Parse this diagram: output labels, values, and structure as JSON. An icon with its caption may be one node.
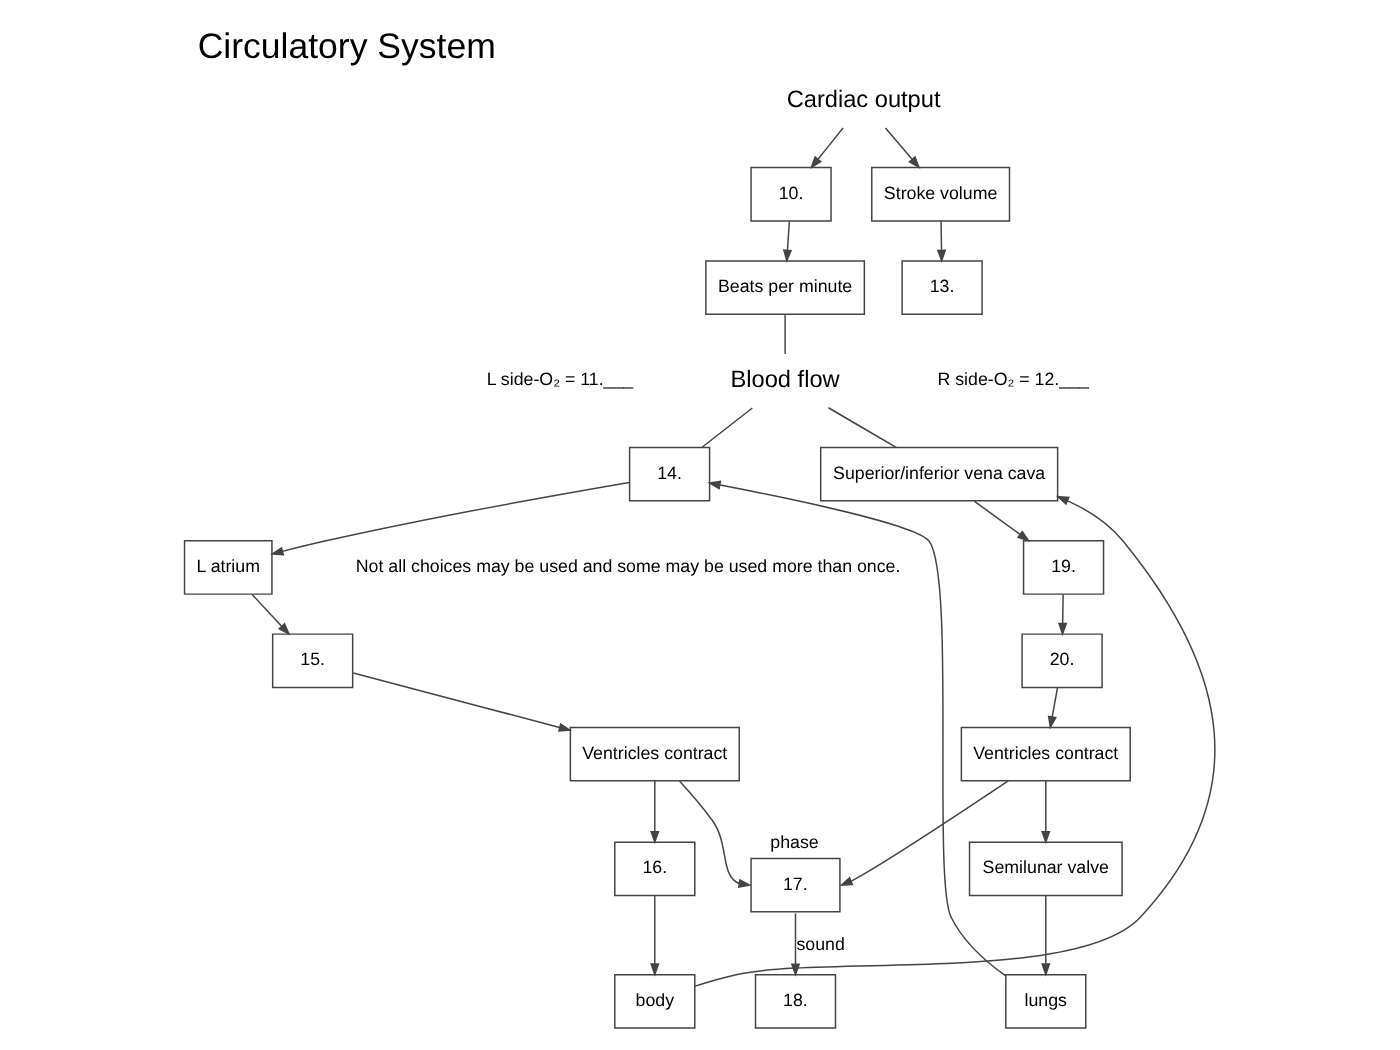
{
  "diagram": {
    "title": "Circulatory System",
    "nodes": [
      {
        "text": [
          "Cardiac output"
        ]
      },
      {
        "text": [
          "10."
        ]
      },
      {
        "text": [
          "Stroke volume"
        ]
      },
      {
        "text": [
          "Beats per minute"
        ]
      },
      {
        "text": [
          "13."
        ]
      },
      {
        "text": [
          "Blood flow"
        ]
      },
      {
        "text": [
          "14."
        ]
      },
      {
        "text": [
          "Superior/inferior vena cava"
        ]
      },
      {
        "text": [
          "L atrium"
        ]
      },
      {
        "text": [
          "19."
        ]
      },
      {
        "text": [
          "15."
        ]
      },
      {
        "text": [
          "20."
        ]
      },
      {
        "text": [
          "Ventricles contract"
        ]
      },
      {
        "text": [
          "Ventricles contract"
        ]
      },
      {
        "text": [
          "17."
        ],
        "beside": [
          "phase"
        ]
      },
      {
        "text": [
          "16."
        ]
      },
      {
        "text": [
          "Semilunar valve"
        ]
      },
      {
        "text": [
          "18."
        ]
      },
      {
        "text": [
          "body"
        ]
      },
      {
        "text": [
          "lungs"
        ]
      }
    ],
    "edges": [
      {
        "from": 0,
        "to": 1,
        "arrow": "to"
      },
      {
        "from": 0,
        "to": 2,
        "arrow": "to"
      },
      {
        "from": 1,
        "to": 3,
        "arrow": "to"
      },
      {
        "from": 2,
        "to": 4,
        "arrow": "to"
      },
      {
        "from": 3,
        "to": 5,
        "arrow": "none"
      },
      {
        "from": 5,
        "to": 6,
        "arrow": "none"
      },
      {
        "from": 5,
        "to": 7,
        "arrow": "none"
      },
      {
        "from": 6,
        "to": 8,
        "arrow": "to"
      },
      {
        "from": 8,
        "to": 10,
        "arrow": "to"
      },
      {
        "from": 10,
        "to": 12,
        "arrow": "to"
      },
      {
        "from": 12,
        "to": 15,
        "arrow": "to"
      },
      {
        "from": 15,
        "to": 18,
        "arrow": "to"
      },
      {
        "from": 12,
        "to": 14,
        "arrow": "to"
      },
      {
        "from": 7,
        "to": 9,
        "arrow": "to"
      },
      {
        "from": 9,
        "to": 11,
        "arrow": "to"
      },
      {
        "from": 11,
        "to": 13,
        "arrow": "to"
      },
      {
        "from": 13,
        "to": 14,
        "arrow": "to"
      },
      {
        "from": 13,
        "to": 16,
        "arrow": "to"
      },
      {
        "from": 16,
        "to": 19,
        "arrow": "to"
      },
      {
        "from": 14,
        "to": 17,
        "label": "sound",
        "arrow": "to"
      },
      {
        "from": 18,
        "to": 7,
        "arrow": "to"
      },
      {
        "from": 19,
        "to": 6,
        "arrow": "to"
      }
    ],
    "labels": [
      "L side-O₂ = 11.___",
      "R side-O₂ = 12.___",
      "Not all choices may be used and some may be used more than once."
    ]
  }
}
